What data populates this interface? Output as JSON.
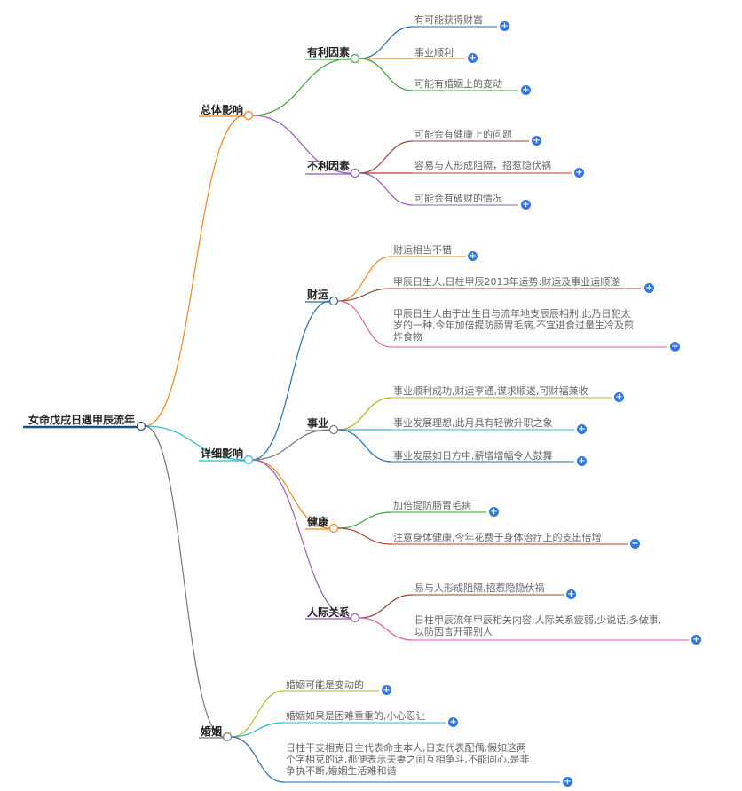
{
  "root": {
    "label": "女命戊戌日遇甲辰流年"
  },
  "groups": {
    "overall": {
      "label": "总体影响",
      "favorable": {
        "label": "有利因素",
        "items": [
          "有可能获得财富",
          "事业顺利",
          "可能有婚姻上的变动"
        ]
      },
      "unfavorable": {
        "label": "不利因素",
        "items": [
          "可能会有健康上的问题",
          "容易与人形成阻隔，招惹隐伏祸",
          "可能会有破财的情况"
        ]
      }
    },
    "detail": {
      "label": "详细影响",
      "wealth": {
        "label": "财运",
        "items": [
          [
            "财运相当不错"
          ],
          [
            "甲辰日生人,日柱甲辰2013年运势:财运及事业运顺遂"
          ],
          [
            "甲辰日生人由于出生日与流年地支辰辰相刑,此乃日犯太",
            "岁的一种,今年加倍提防肠胃毛病,不宜进食过量生冷及煎",
            "炸食物"
          ]
        ]
      },
      "career": {
        "label": "事业",
        "items": [
          [
            "事业顺利成功,财运亨通,谋求顺遂,可财福兼收"
          ],
          [
            "事业发展理想,此月具有轻微升职之象"
          ],
          [
            "事业发展如日方中,薪增增幅令人鼓舞"
          ]
        ]
      },
      "health": {
        "label": "健康",
        "items": [
          [
            "加倍提防肠胃毛病"
          ],
          [
            "注意身体健康,今年花费于身体治疗上的支出倍增"
          ]
        ]
      },
      "social": {
        "label": "人际关系",
        "items": [
          [
            "易与人形成阻隔,招惹隐隐伏祸"
          ],
          [
            "日柱甲辰流年甲辰相关内容:人际关系疲弱,少说话,多做事,",
            "以防因言开罪别人"
          ]
        ]
      }
    },
    "marriage": {
      "label": "婚姻",
      "items": [
        [
          "婚姻可能是变动的"
        ],
        [
          "婚姻如果是困难重重的,小心忍让"
        ],
        [
          "日柱干支相克日主代表命主本人,日支代表配偶,假如这两",
          "个字相克的话,那便表示夫妻之间互相争斗,不能同心,是非",
          "争执不断,婚姻生活难和谐"
        ]
      ]
    }
  },
  "colors": {
    "root_line": "#1d4f7a",
    "overall": "#f0861f",
    "detail": "#2bbccd",
    "marriage": "#777777",
    "favorable": "#3aa33a",
    "unfavorable": "#9b59b6",
    "wealth": "#2a6ca8",
    "career": "#777777",
    "health": "#f0861f",
    "social": "#9b59b6",
    "plus": "#2f76e6"
  },
  "icons": {
    "expand": "plus-circle-icon",
    "expand_glyph": "+"
  }
}
